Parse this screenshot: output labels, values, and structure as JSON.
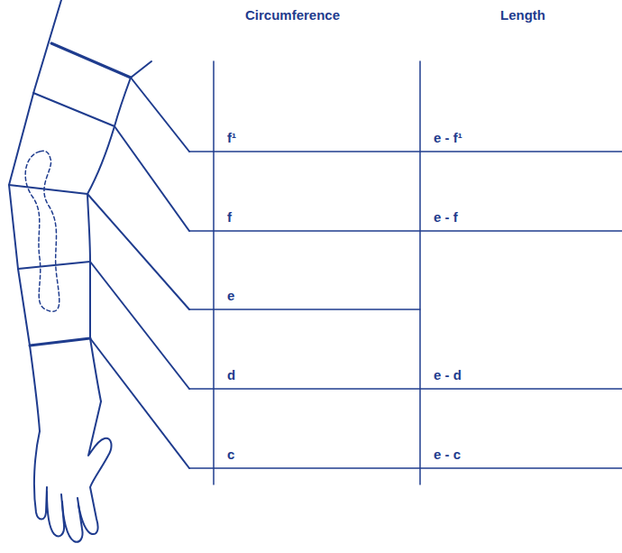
{
  "diagram": {
    "labels": [
      "Circumference",
      "Length",
      "f¹",
      "e - f¹",
      "f",
      "e - f",
      "e",
      "d",
      "e - d",
      "c",
      "e - c"
    ]
  }
}
